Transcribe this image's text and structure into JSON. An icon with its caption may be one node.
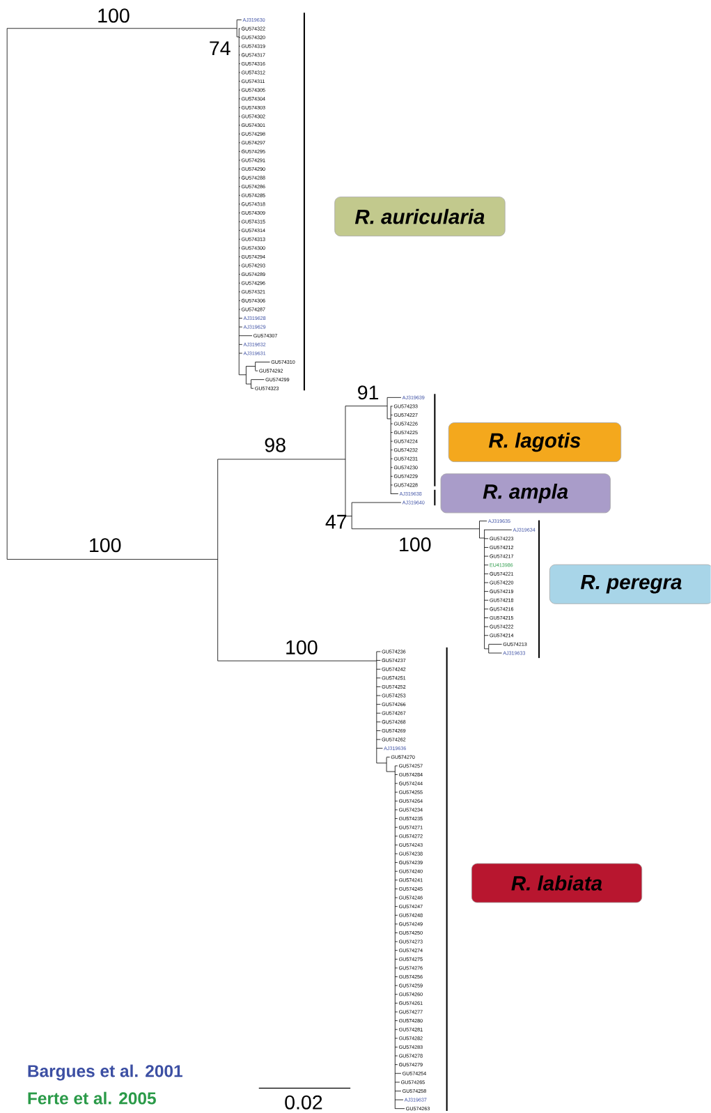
{
  "diagram": {
    "nodes": [
      {
        "text": [
          "*R. auricularia*"
        ]
      },
      {
        "text": [
          "*R. lagotis*"
        ]
      },
      {
        "text": [
          "*R. ampla*"
        ]
      },
      {
        "text": [
          "*R. peregra*"
        ]
      },
      {
        "text": [
          "*R. labiata*"
        ]
      }
    ],
    "labels": [
      "100",
      "74",
      "AJ319630",
      "GU574322",
      "GU574320",
      "GU574319",
      "GU574317",
      "GU574316",
      "GU574312",
      "GU574311",
      "GU574305",
      "GU574304",
      "GU574303",
      "GU574302",
      "GU574301",
      "GU574298",
      "GU574297",
      "GU574295",
      "GU574291",
      "GU574290",
      "GU574288",
      "GU574286",
      "GU574285",
      "GU574318",
      "GU574309",
      "GU574315",
      "GU574314",
      "GU574313",
      "GU574300",
      "GU574294",
      "GU574293",
      "GU574289",
      "GU574296",
      "GU574321",
      "GU574306",
      "GU574287",
      "AJ319628",
      "AJ319629",
      "GU574307",
      "AJ319632",
      "AJ319631",
      "GU574310",
      "GU574292",
      "GU574299",
      "GU574323",
      "91",
      "98",
      "AJ319639",
      "GU574233",
      "GU574227",
      "GU574226",
      "GU574225",
      "GU574224",
      "GU574232",
      "GU574231",
      "GU574230",
      "GU574229",
      "GU574228",
      "AJ319638",
      "AJ319640",
      "47",
      "100",
      "100",
      "AJ319635",
      "AJ319634",
      "GU574223",
      "GU574212",
      "GU574217",
      "EU413986",
      "GU574221",
      "GU574220",
      "GU574219",
      "GU574218",
      "GU574216",
      "GU574215",
      "GU574222",
      "GU574214",
      "GU574213",
      "AJ319633",
      "100",
      "GU574236",
      "GU574237",
      "GU574242",
      "GU574251",
      "GU574252",
      "GU574253",
      "GU574266",
      "GU574267",
      "GU574268",
      "GU574269",
      "GU574262",
      "AJ319636",
      "GU574270",
      "GU574257",
      "GU574284",
      "GU574244",
      "GU574255",
      "GU574264",
      "GU574234",
      "GU574235",
      "GU574271",
      "GU574272",
      "GU574243",
      "GU574238",
      "GU574239",
      "GU574240",
      "GU574241",
      "GU574245",
      "GU574246",
      "GU574247",
      "GU574248",
      "GU574249",
      "GU574250",
      "GU574273",
      "GU574274",
      "GU574275",
      "GU574276",
      "GU574256",
      "GU574259",
      "GU574260",
      "GU574261",
      "GU574277",
      "GU574280",
      "GU574281",
      "GU574282",
      "GU574283",
      "GU574278",
      "GU574279",
      "GU574254",
      "GU574265",
      "GU574258",
      "AJ319637",
      "GU574263",
      "0.02"
    ],
    "legend": [
      {
        "text": "Bargues et al. 2001",
        "color": "#3c4fa3"
      },
      {
        "text": "Ferte et al. 2005",
        "color": "#2a9a48"
      }
    ]
  }
}
